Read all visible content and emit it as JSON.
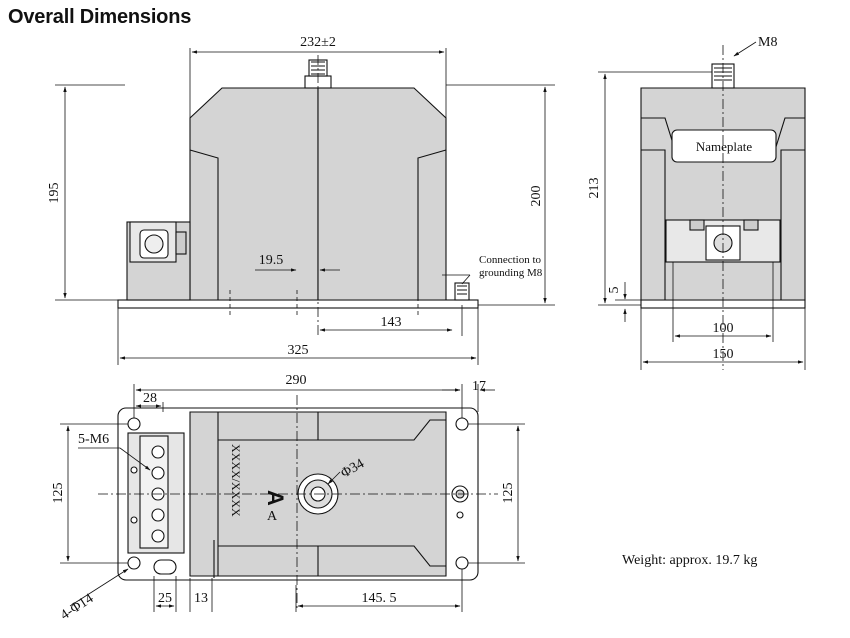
{
  "title": "Overall Dimensions",
  "front_view": {
    "width_top": "232±2",
    "height_left": "195",
    "height_right": "200",
    "offset_left": "19.5",
    "offset_bottom": "143",
    "total_width": "325",
    "connection_note_line1": "Connection to",
    "connection_note_line2": "grounding M8"
  },
  "side_view": {
    "bolt": "M8",
    "nameplate": "Nameplate",
    "height": "213",
    "base_height": "5",
    "inner_width": "100",
    "total_width": "150"
  },
  "top_view": {
    "length": "290",
    "margin_left": "28",
    "margin_right": "17",
    "terminals": "5-M6",
    "width_left": "125",
    "width_right": "125",
    "bore": "Φ34",
    "mark_big": "A",
    "mark_small": "A",
    "serial": "XXXX/XXXX",
    "holes": "4-Φ14",
    "dim_25": "25",
    "dim_13": "13",
    "dim_145": "145. 5"
  },
  "weight": "Weight: approx. 19.7 kg"
}
